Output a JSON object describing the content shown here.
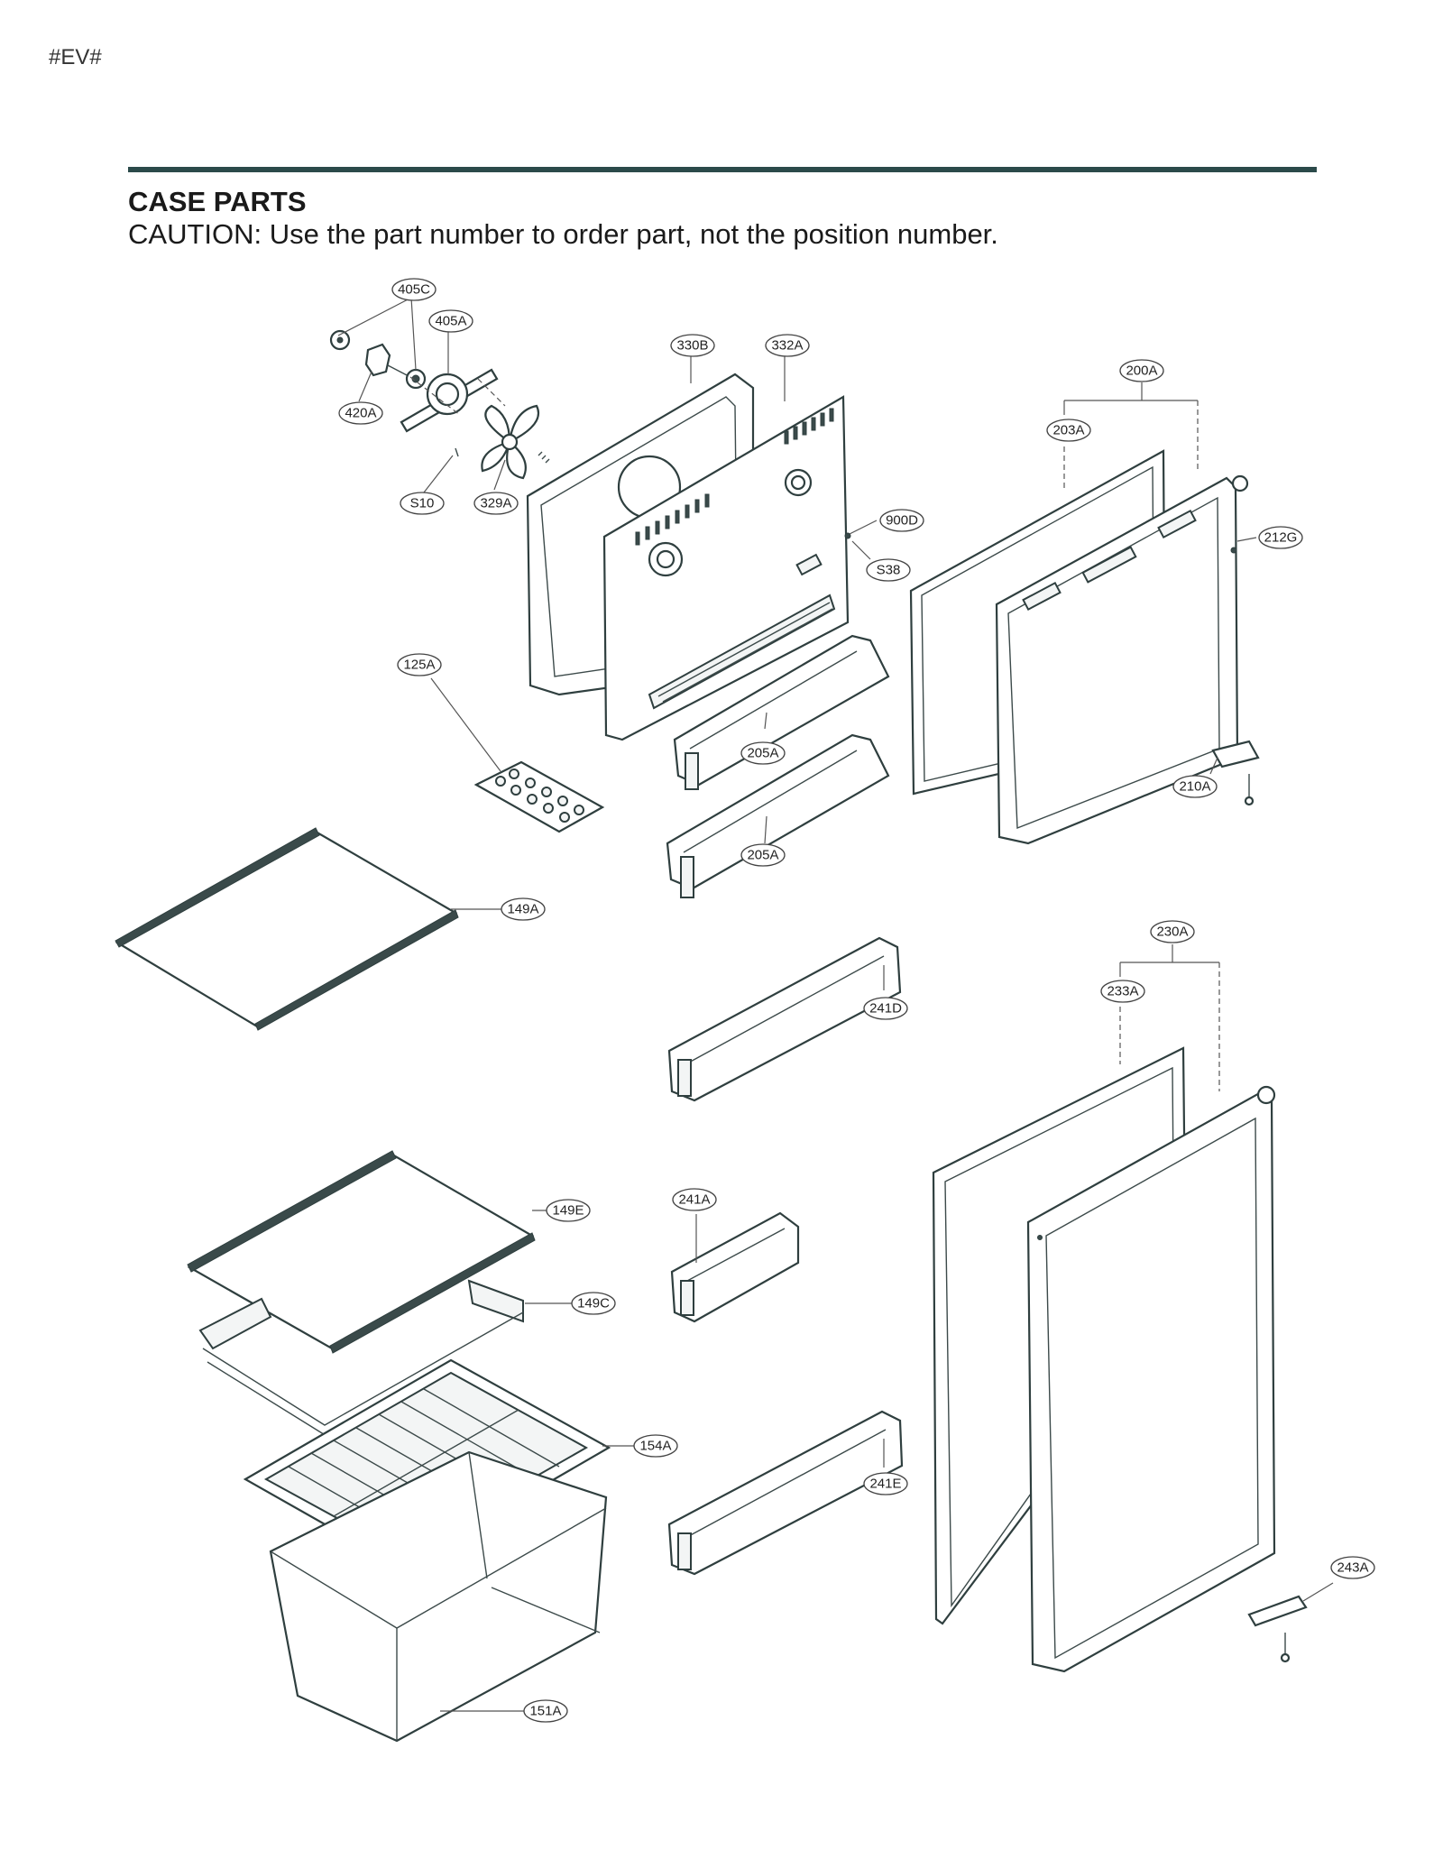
{
  "page": {
    "code": "#EV#",
    "section_title": "CASE PARTS",
    "caution": "CAUTION: Use the part number to order part, not the position number."
  },
  "labels": [
    {
      "id": "405C"
    },
    {
      "id": "405A"
    },
    {
      "id": "420A"
    },
    {
      "id": "S10"
    },
    {
      "id": "329A"
    },
    {
      "id": "330B"
    },
    {
      "id": "332A"
    },
    {
      "id": "900D"
    },
    {
      "id": "S38"
    },
    {
      "id": "200A"
    },
    {
      "id": "203A"
    },
    {
      "id": "212G"
    },
    {
      "id": "210A"
    },
    {
      "id": "125A"
    },
    {
      "id": "205A"
    },
    {
      "id": "205A"
    },
    {
      "id": "149A"
    },
    {
      "id": "230A"
    },
    {
      "id": "233A"
    },
    {
      "id": "241D"
    },
    {
      "id": "241A"
    },
    {
      "id": "241E"
    },
    {
      "id": "149E"
    },
    {
      "id": "149C"
    },
    {
      "id": "154A"
    },
    {
      "id": "151A"
    },
    {
      "id": "243A"
    }
  ]
}
